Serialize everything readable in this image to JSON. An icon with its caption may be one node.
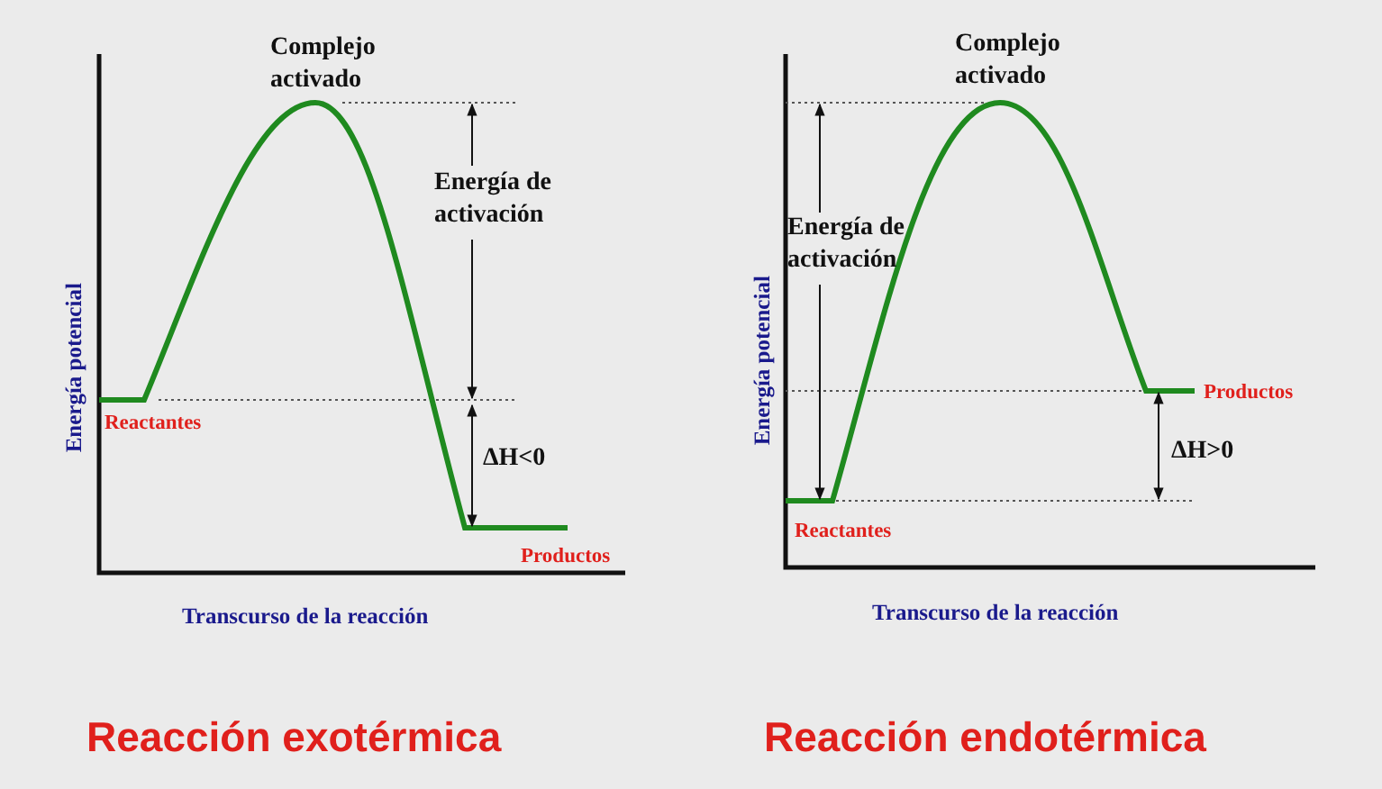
{
  "diagram": {
    "labels": [
      "Complejo activado",
      "Energía de activación",
      "Reactantes",
      "ΔH<0",
      "Productos",
      "Energía potencial",
      "Transcurso de la reacción",
      "Complejo activado",
      "Energía de activación",
      "Productos",
      "ΔH>0",
      "Reactantes",
      "Energía potencial",
      "Transcurso de la reacción",
      "Reacción exotérmica",
      "Reacción endotérmica"
    ]
  }
}
